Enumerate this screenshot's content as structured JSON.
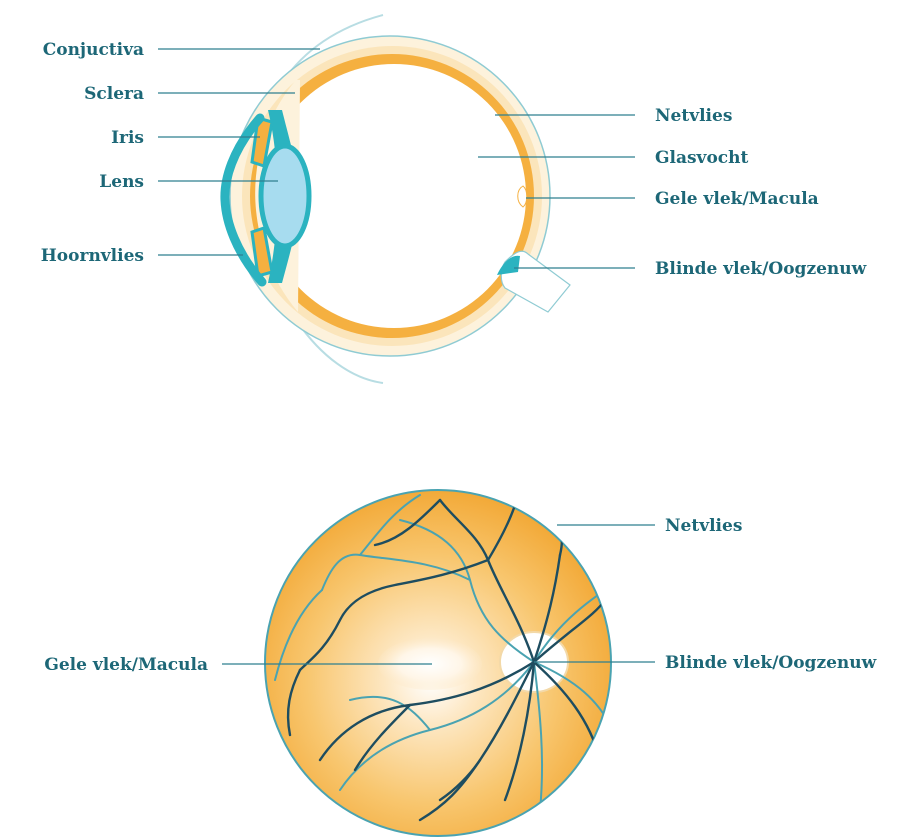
{
  "eye_section": {
    "labels_left": {
      "conjunctiva": "Conjuctiva",
      "sclera": "Sclera",
      "iris": "Iris",
      "lens": "Lens",
      "cornea": "Hoornvlies"
    },
    "labels_right": {
      "retina": "Netvlies",
      "vitreous": "Glasvocht",
      "macula": "Gele vlek/Macula",
      "blind_spot": "Blinde vlek/Oogzenuw"
    }
  },
  "fundus": {
    "labels": {
      "retina": "Netvlies",
      "macula": "Gele vlek/Macula",
      "blind_spot": "Blinde vlek/Oogzenuw"
    }
  },
  "colors": {
    "teal": "#2bb3c0",
    "dark_teal": "#1d6777",
    "orange": "#f5b040",
    "cream": "#fbe8c3",
    "lens_blue": "#a7dcef",
    "vessel_dark": "#1e4d60",
    "vessel_light": "#4aa3b1"
  }
}
